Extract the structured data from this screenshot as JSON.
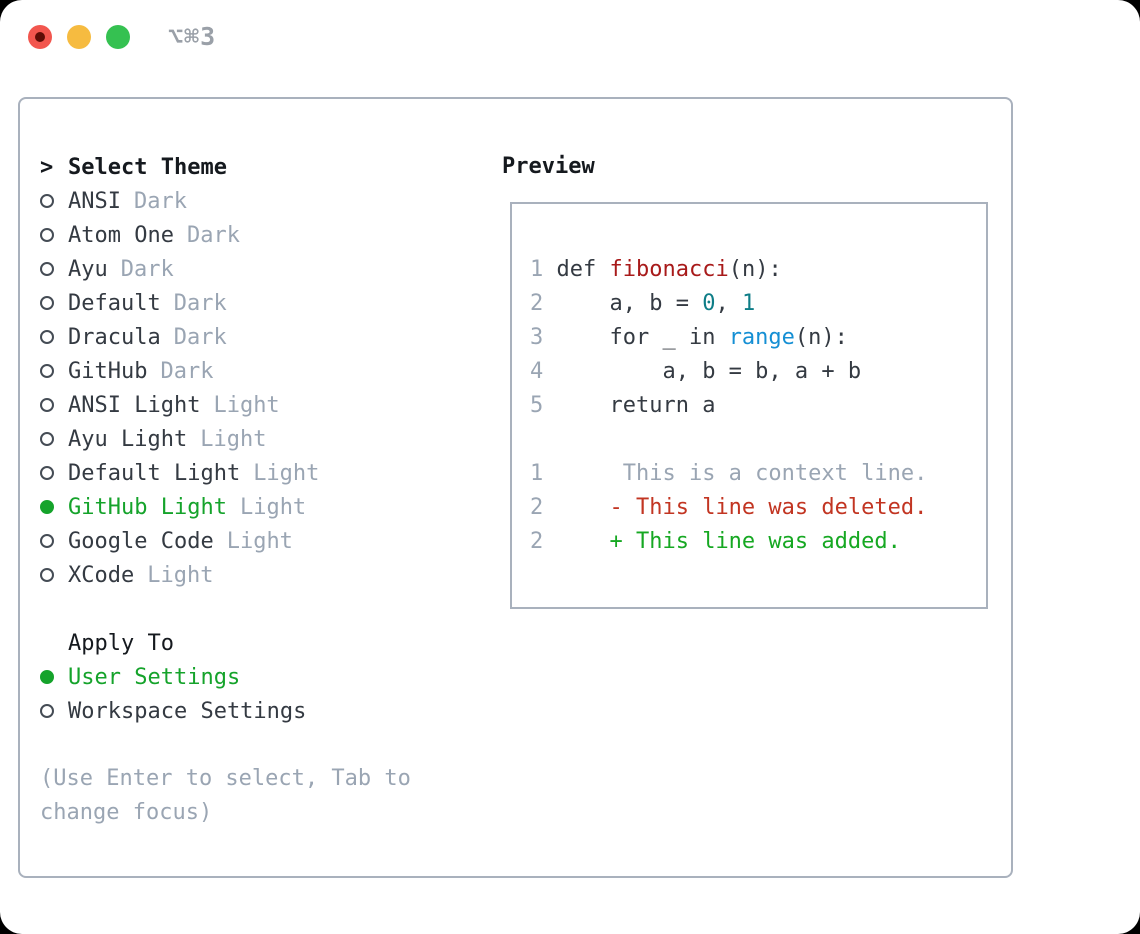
{
  "window": {
    "title": "⌥⌘3"
  },
  "titlebar": {
    "lights": [
      {
        "name": "close"
      },
      {
        "name": "minimize"
      },
      {
        "name": "zoom"
      }
    ]
  },
  "colors": {
    "text": "#343a42",
    "heading": "#15191e",
    "muted": "#9aa5b3",
    "border": "#a9b1bd",
    "green_sel": "#15a32b",
    "green_add": "#16a822",
    "red_func": "#a81a1a",
    "red_del": "#c23522",
    "teal": "#0e7d87",
    "blue": "#158fd4"
  },
  "theme_picker": {
    "prompt": ">",
    "title": "Select Theme",
    "items": [
      {
        "name": "ANSI",
        "tag": "Dark",
        "selected": false
      },
      {
        "name": "Atom One",
        "tag": "Dark",
        "selected": false
      },
      {
        "name": "Ayu",
        "tag": "Dark",
        "selected": false
      },
      {
        "name": "Default",
        "tag": "Dark",
        "selected": false
      },
      {
        "name": "Dracula",
        "tag": "Dark",
        "selected": false
      },
      {
        "name": "GitHub",
        "tag": "Dark",
        "selected": false
      },
      {
        "name": "ANSI Light",
        "tag": "Light",
        "selected": false
      },
      {
        "name": "Ayu Light",
        "tag": "Light",
        "selected": false
      },
      {
        "name": "Default Light",
        "tag": "Light",
        "selected": false
      },
      {
        "name": "GitHub Light",
        "tag": "Light",
        "selected": true
      },
      {
        "name": "Google Code",
        "tag": "Light",
        "selected": false
      },
      {
        "name": "XCode",
        "tag": "Light",
        "selected": false
      }
    ],
    "apply_to": {
      "title": "Apply To",
      "options": [
        {
          "label": "User Settings",
          "selected": true
        },
        {
          "label": "Workspace Settings",
          "selected": false
        }
      ]
    },
    "hint": "(Use Enter to select, Tab to change focus)"
  },
  "preview": {
    "title": "Preview",
    "code_lines": [
      {
        "num": "1",
        "segments": [
          {
            "t": "def ",
            "c": "text"
          },
          {
            "t": "fibonacci",
            "c": "red_func"
          },
          {
            "t": "(n):",
            "c": "text"
          }
        ]
      },
      {
        "num": "2",
        "segments": [
          {
            "t": "    a, b = ",
            "c": "text"
          },
          {
            "t": "0",
            "c": "teal"
          },
          {
            "t": ", ",
            "c": "text"
          },
          {
            "t": "1",
            "c": "teal"
          }
        ]
      },
      {
        "num": "3",
        "segments": [
          {
            "t": "    for _ in ",
            "c": "text"
          },
          {
            "t": "range",
            "c": "blue"
          },
          {
            "t": "(n):",
            "c": "text"
          }
        ]
      },
      {
        "num": "4",
        "segments": [
          {
            "t": "        a, b = b, a + b",
            "c": "text"
          }
        ]
      },
      {
        "num": "5",
        "segments": [
          {
            "t": "    return a",
            "c": "text"
          }
        ]
      },
      {
        "num": "",
        "segments": []
      },
      {
        "num": "1",
        "segments": [
          {
            "t": "     This is a context line.",
            "c": "muted"
          }
        ]
      },
      {
        "num": "2",
        "segments": [
          {
            "t": "    - This line was deleted.",
            "c": "red_del"
          }
        ]
      },
      {
        "num": "2",
        "segments": [
          {
            "t": "    + This line was added.",
            "c": "green_add"
          }
        ]
      }
    ]
  }
}
